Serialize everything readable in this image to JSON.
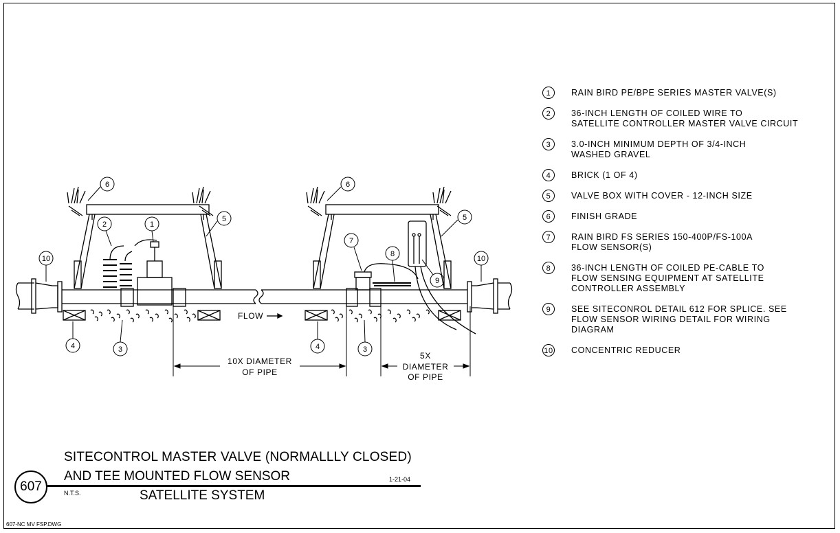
{
  "legend": [
    {
      "num": "1",
      "text": "RAIN BIRD PE/BPE SERIES MASTER VALVE(S)"
    },
    {
      "num": "2",
      "text": "36-INCH LENGTH OF COILED WIRE TO\nSATELLITE CONTROLLER MASTER VALVE CIRCUIT"
    },
    {
      "num": "3",
      "text": "3.0-INCH MINIMUM DEPTH OF 3/4-INCH\nWASHED GRAVEL"
    },
    {
      "num": "4",
      "text": "BRICK (1 OF 4)"
    },
    {
      "num": "5",
      "text": "VALVE BOX WITH COVER - 12-INCH SIZE"
    },
    {
      "num": "6",
      "text": "FINISH GRADE"
    },
    {
      "num": "7",
      "text": "RAIN BIRD FS SERIES 150-400P/FS-100A\nFLOW SENSOR(S)"
    },
    {
      "num": "8",
      "text": "36-INCH LENGTH OF COILED PE-CABLE TO\nFLOW SENSING EQUIPMENT AT SATELLITE\nCONTROLLER ASSEMBLY"
    },
    {
      "num": "9",
      "text": "SEE SITECONROL DETAIL 612 FOR SPLICE. SEE\nFLOW SENSOR WIRING DETAIL FOR WIRING\nDIAGRAM"
    },
    {
      "num": "10",
      "text": "CONCENTRIC REDUCER"
    }
  ],
  "title": {
    "line1": "SITECONTROL  MASTER VALVE (NORMALLLY CLOSED)",
    "line2": "AND TEE MOUNTED FLOW SENSOR",
    "subtitle": "SATELLITE SYSTEM",
    "date": "1-21-04",
    "scale": "N.T.S.",
    "detail_number": "607"
  },
  "filename": "607-NC MV FSP.DWG",
  "drawing": {
    "flow_label": "FLOW",
    "dim_10x_line1": "10X DIAMETER",
    "dim_10x_line2": "OF PIPE",
    "dim_5x_line1": "5X",
    "dim_5x_line2": "DIAMETER",
    "dim_5x_line3": "OF PIPE",
    "callouts": {
      "c1": "1",
      "c2": "2",
      "c3a": "3",
      "c3b": "3",
      "c4a": "4",
      "c4b": "4",
      "c5a": "5",
      "c5b": "5",
      "c6a": "6",
      "c6b": "6",
      "c7": "7",
      "c8": "8",
      "c9": "9",
      "c10a": "10",
      "c10b": "10"
    }
  }
}
